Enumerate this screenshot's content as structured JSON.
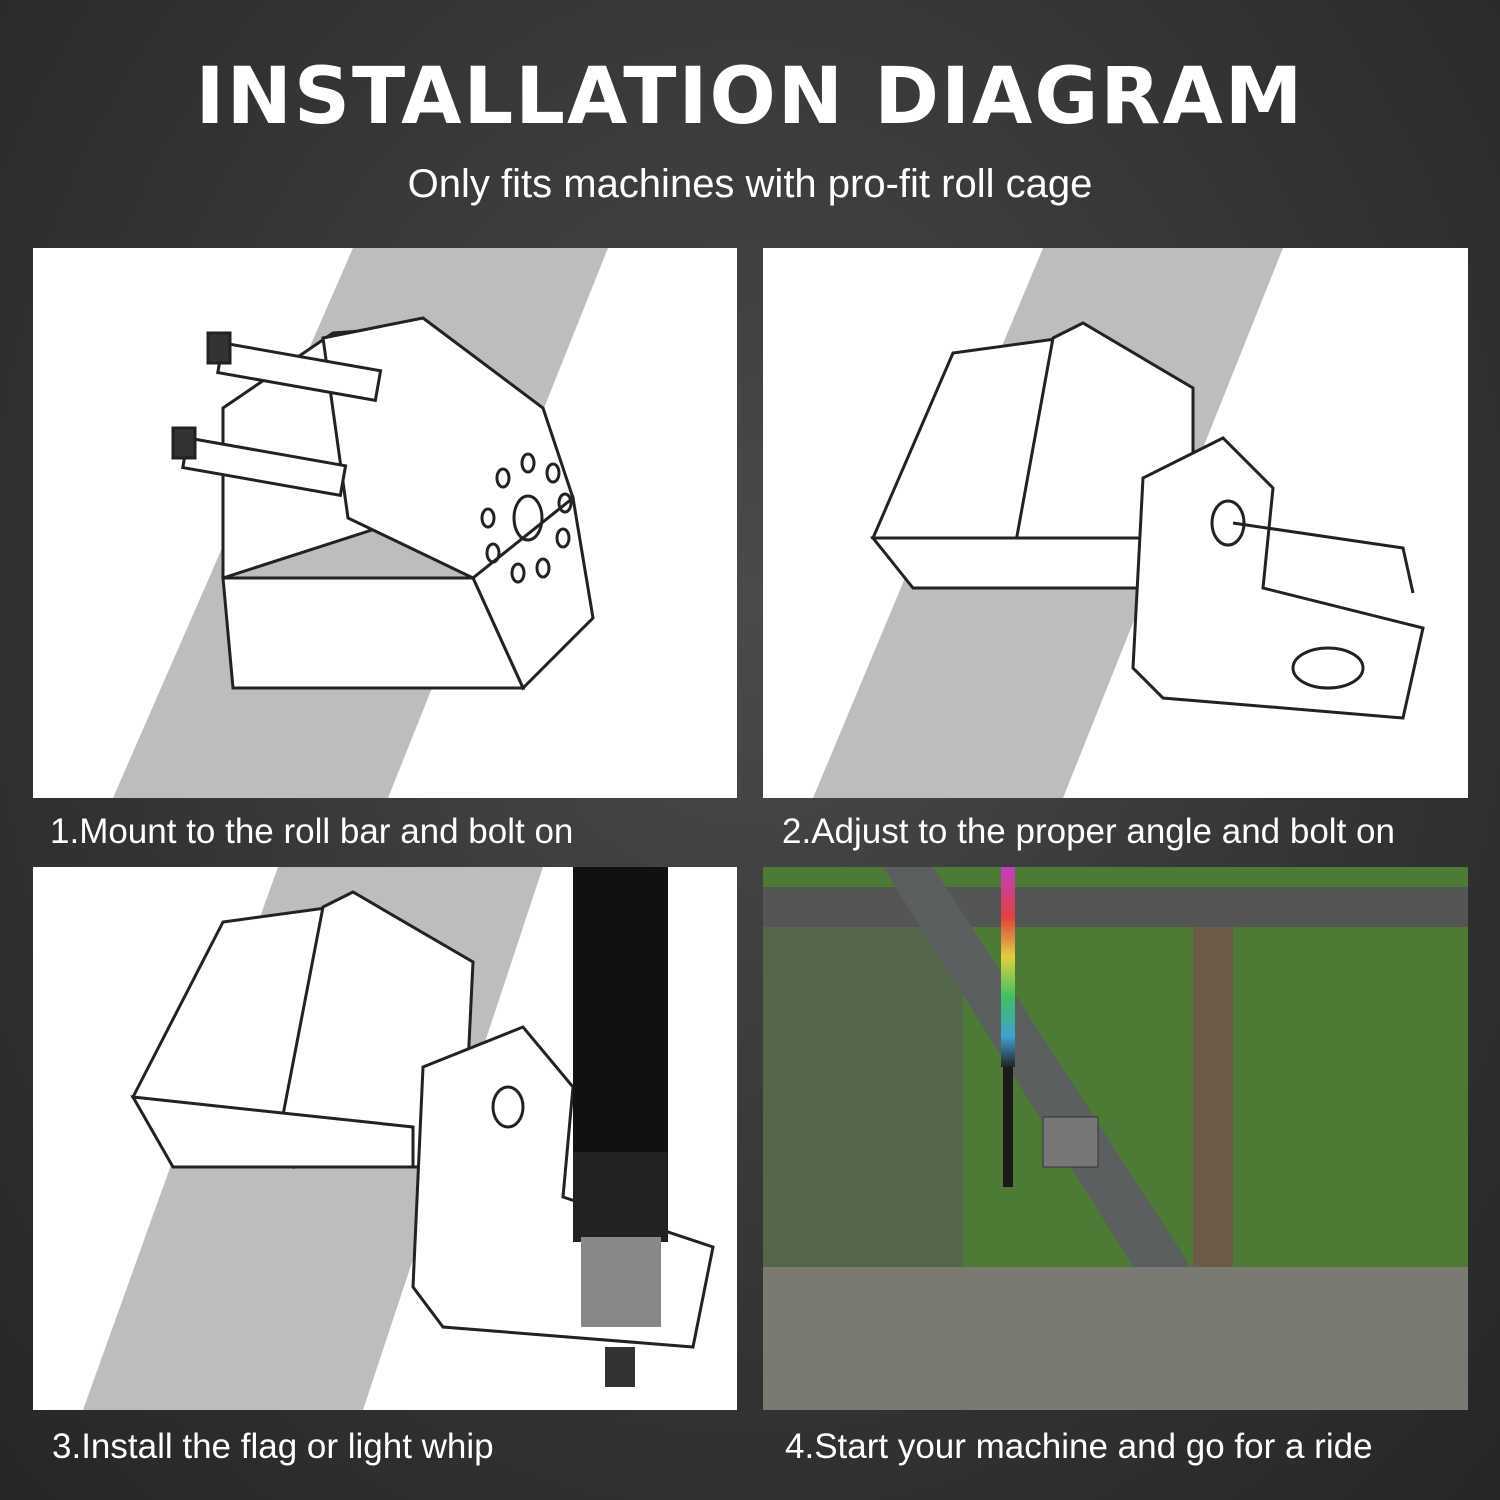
{
  "header": {
    "title": "INSTALLATION DIAGRAM",
    "subtitle": "Only fits machines with pro-fit roll cage"
  },
  "steps": [
    {
      "caption": "1.Mount to the roll bar and bolt on"
    },
    {
      "caption": "2.Adjust to the proper angle and bolt on"
    },
    {
      "caption": "3.Install the flag or light whip"
    },
    {
      "caption": "4.Start your machine and go for a ride"
    }
  ],
  "colors": {
    "background": "#333333",
    "bar": "#bdbdbd",
    "foliage": "#3f6a2c"
  }
}
